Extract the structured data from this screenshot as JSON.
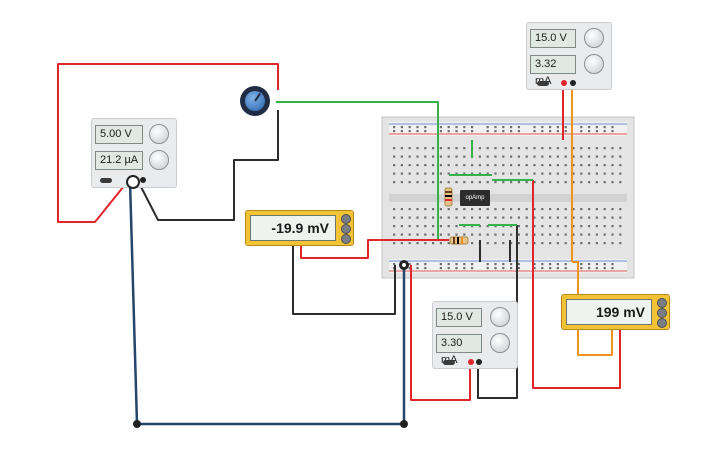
{
  "psu_left": {
    "voltage": "5.00 V",
    "current": "21.2 µA"
  },
  "psu_top_right": {
    "voltage": "15.0 V",
    "current": "3.32 mA"
  },
  "psu_bottom": {
    "voltage": "15.0 V",
    "current": "3.30 mA"
  },
  "meter_left": {
    "reading": "-19.9 mV"
  },
  "meter_right": {
    "reading": "199 mV"
  },
  "opamp": {
    "label": "opAmp"
  },
  "colors": {
    "red": "#e0262b",
    "green": "#35b24a",
    "black": "#2d2d2d",
    "orange": "#f0921e",
    "blue": "#26456a"
  }
}
